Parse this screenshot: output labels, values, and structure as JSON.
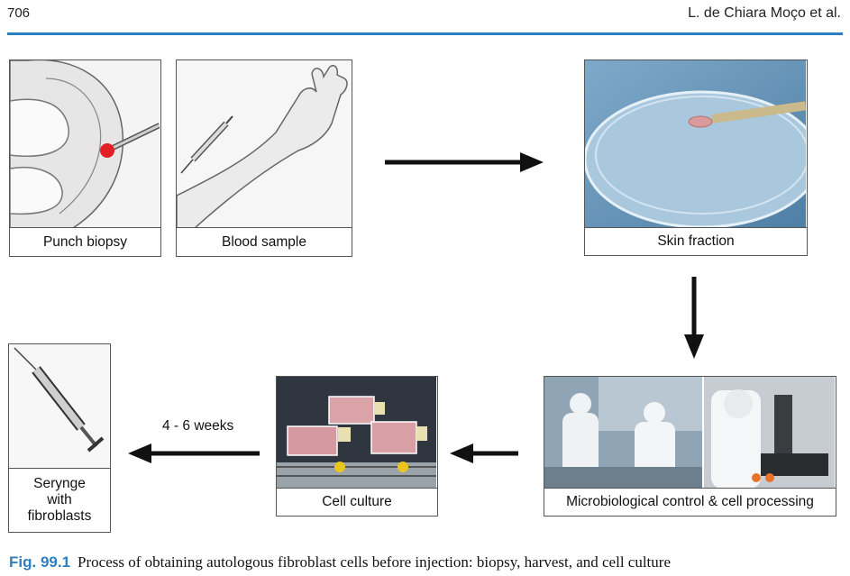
{
  "header": {
    "page_number": "706",
    "running_head": "L. de Chiara Moço et al."
  },
  "panels": {
    "punch_biopsy": "Punch biopsy",
    "blood_sample": "Blood sample",
    "skin_fraction": "Skin fraction",
    "microbiological": "Microbiological control & cell processing",
    "cell_culture": "Cell culture",
    "syringe": [
      "Serynge",
      "with",
      "fibroblasts"
    ]
  },
  "arrow_label": "4 - 6 weeks",
  "caption": {
    "label": "Fig. 99.1",
    "text": "Process of obtaining autologous fibroblast cells before injection: biopsy, harvest, and cell culture"
  },
  "colors": {
    "accent": "#2e7fbf",
    "biopsy_dot": "#e31e24"
  }
}
